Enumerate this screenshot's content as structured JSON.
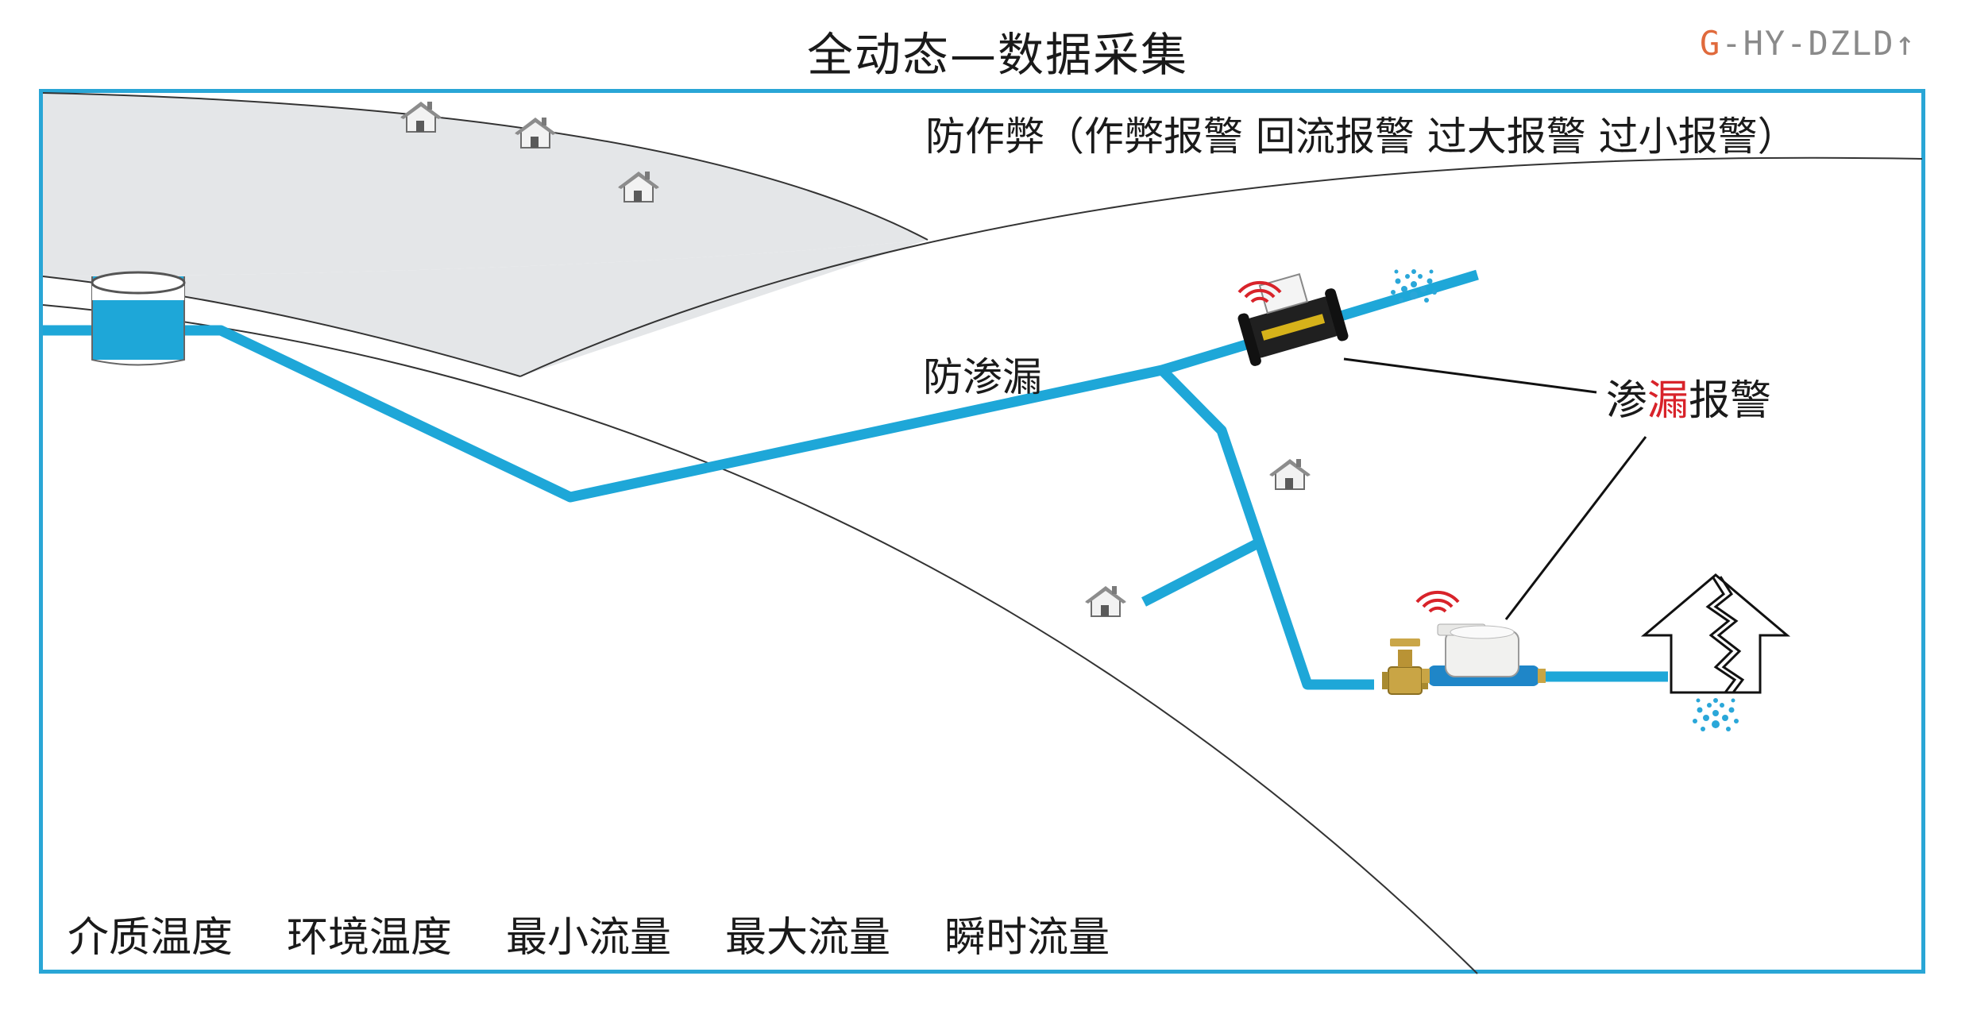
{
  "title": "全动态—数据采集",
  "code": {
    "prefix": "G",
    "rest": "-HY-DZLD↑"
  },
  "anti_fraud_label": "防作弊（作弊报警 回流报警 过大报警 过小报警）",
  "anti_seepage_label": "防渗漏",
  "leak_alarm": {
    "part1": "渗",
    "part2": "漏",
    "part3": "报警"
  },
  "metrics": [
    "介质温度",
    "环境温度",
    "最小流量",
    "最大流量",
    "瞬时流量"
  ],
  "colors": {
    "pipe": "#1ea7d8",
    "frame": "#29a6d6",
    "alarm_red": "#d8232a",
    "terrain": "#e4e6e8",
    "code_accent": "#e06a3c"
  },
  "icons": [
    "house-icon",
    "water-tank-icon",
    "flow-meter-icon",
    "water-meter-icon",
    "valve-icon",
    "water-spray-icon",
    "cracked-house-icon",
    "signal-icon"
  ]
}
